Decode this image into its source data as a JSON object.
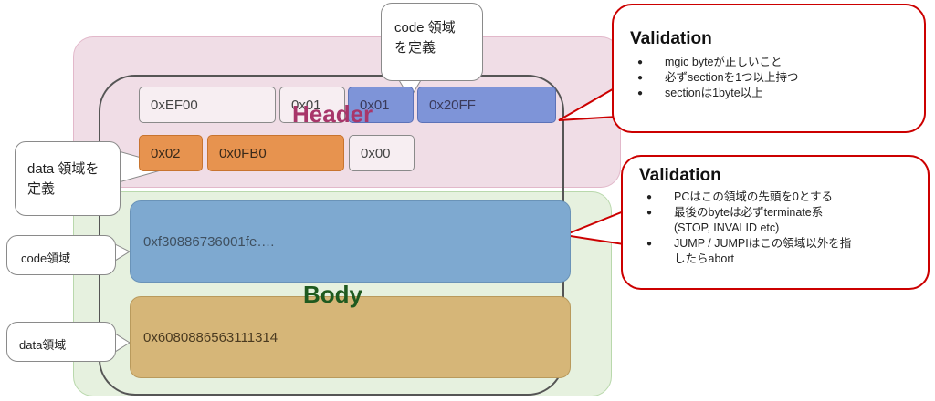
{
  "header": {
    "label": "Header",
    "row1": [
      "0xEF00",
      "0x01",
      "0x01",
      "0x20FF"
    ],
    "row2": [
      "0x02",
      "0x0FB0",
      "0x00"
    ]
  },
  "body": {
    "label": "Body",
    "code_bytes": "0xf30886736001fe….",
    "data_bytes": "0x6080886563111314"
  },
  "callouts": {
    "code_define": [
      "code 領域",
      "を定義"
    ],
    "data_define": [
      "data 領域を",
      "定義"
    ],
    "code_region": "code領域",
    "data_region": "data領域"
  },
  "validation_header": {
    "title": "Validation",
    "items": [
      "mgic byteが正しいこと",
      "必ずsectionを1つ以上持つ",
      "sectionは1byte以上"
    ]
  },
  "validation_body": {
    "title": "Validation",
    "items": [
      [
        "PCはこの領域の先頭を0とする"
      ],
      [
        "最後のbyteは必ずterminate系",
        "(STOP, INVALID etc)"
      ],
      [
        "JUMP / JUMPIはこの領域以外を指",
        "したらabort"
      ]
    ]
  },
  "colors": {
    "header_bg": "#f0dde6",
    "body_bg": "#e6f1df",
    "header_text": "#a8366a",
    "body_text": "#1f5a1f",
    "blue_field": "#7e94d8",
    "orange_field": "#e7934f",
    "code_segment": "#7ea9d0",
    "data_segment": "#d6b678",
    "validation_border": "#cc0000"
  }
}
